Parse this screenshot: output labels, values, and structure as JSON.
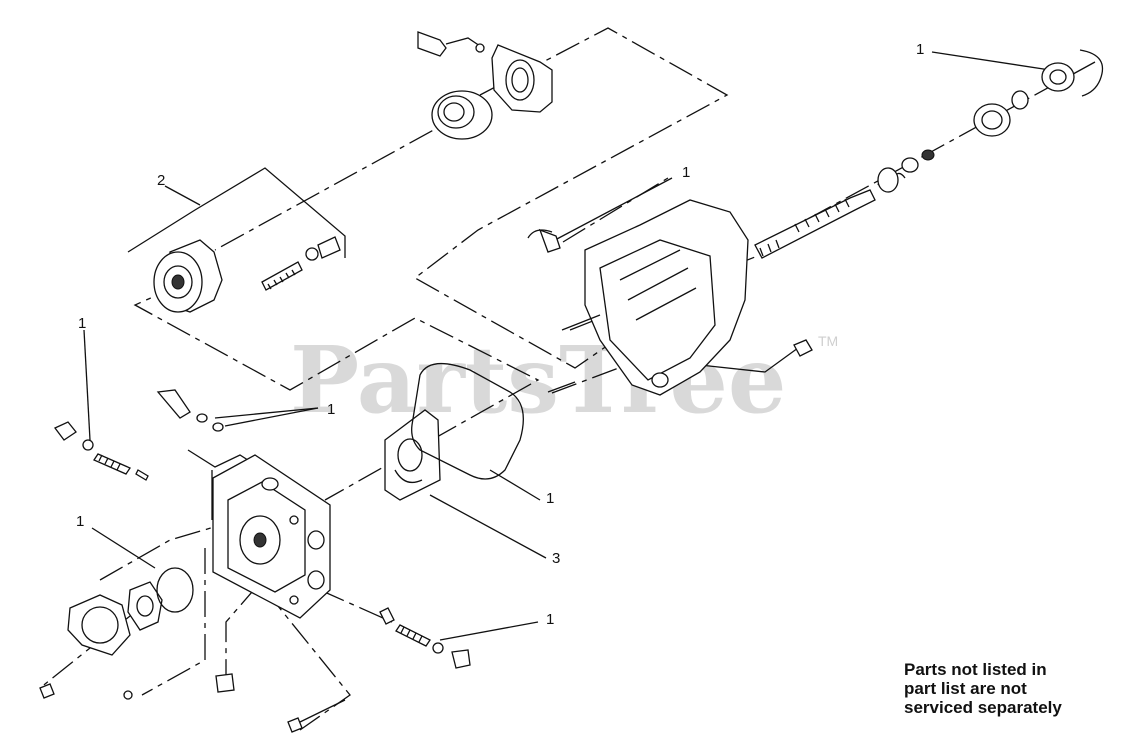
{
  "watermark": {
    "brand": "PartsTree",
    "trademark": "TM"
  },
  "callouts": [
    {
      "id": "seal-kit-top-right",
      "label": "1"
    },
    {
      "id": "seal-kit-housing",
      "label": "1"
    },
    {
      "id": "rotating-group",
      "label": "2"
    },
    {
      "id": "seal-kit-left-valve",
      "label": "1"
    },
    {
      "id": "seal-kit-fitting",
      "label": "1"
    },
    {
      "id": "seal-kit-charge-pump",
      "label": "1"
    },
    {
      "id": "seal-kit-gasket",
      "label": "1"
    },
    {
      "id": "valve-plate",
      "label": "3"
    },
    {
      "id": "seal-kit-bottom-valve",
      "label": "1"
    }
  ],
  "note": {
    "line1": "Parts not listed in",
    "line2": "part list are not",
    "line3": "serviced separately"
  }
}
